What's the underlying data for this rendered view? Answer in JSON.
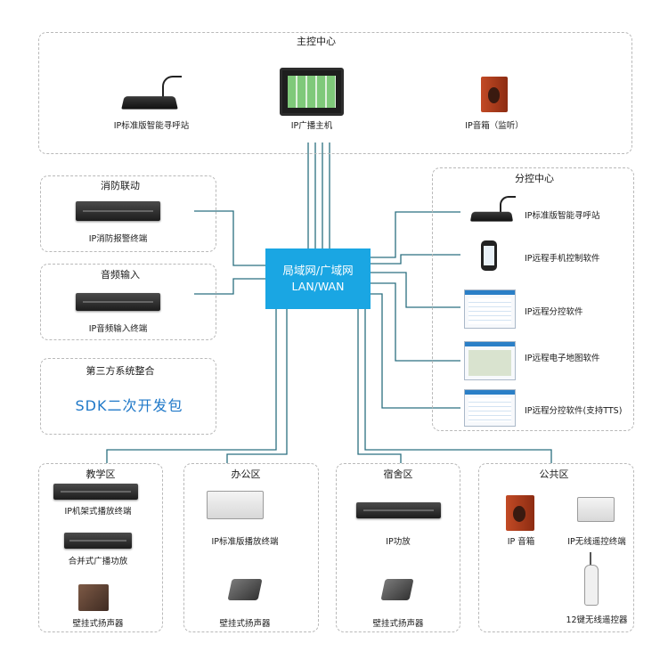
{
  "center": {
    "line1": "局域网/广域网",
    "line2": "LAN/WAN"
  },
  "main_control": {
    "title": "主控中心",
    "items": [
      "IP标准版智能寻呼站",
      "IP广播主机",
      "IP音箱（监听）"
    ]
  },
  "fire": {
    "title": "消防联动",
    "device": "IP消防报警终端"
  },
  "audio_input": {
    "title": "音频输入",
    "device": "IP音频输入终端"
  },
  "third_party": {
    "title": "第三方系统整合",
    "sdk": "SDK二次开发包"
  },
  "sub_control": {
    "title": "分控中心",
    "items": [
      "IP标准版智能寻呼站",
      "IP远程手机控制软件",
      "IP远程分控软件",
      "IP远程电子地图软件",
      "IP远程分控软件(支持TTS)"
    ]
  },
  "teaching": {
    "title": "教学区",
    "items": [
      "IP机架式播放终端",
      "合并式广播功放",
      "壁挂式扬声器"
    ]
  },
  "office": {
    "title": "办公区",
    "items": [
      "IP标准版播放终端",
      "壁挂式扬声器"
    ]
  },
  "dorm": {
    "title": "宿舍区",
    "items": [
      "IP功放",
      "壁挂式扬声器"
    ]
  },
  "public": {
    "title": "公共区",
    "items": [
      "IP 音箱",
      "IP无线遥控终端",
      "12键无线遥控器"
    ]
  },
  "colors": {
    "center_fill": "#1aa6e3",
    "line": "#2b6f80",
    "sdk_text": "#1f78c8",
    "border": "#b9b9b9"
  }
}
